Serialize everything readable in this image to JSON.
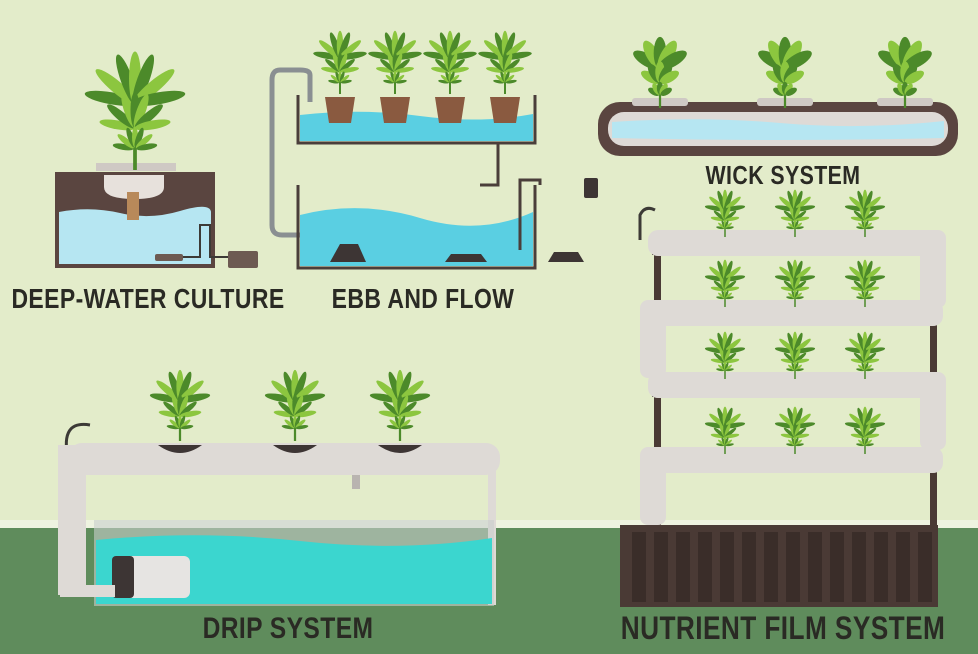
{
  "systems": {
    "dwc": {
      "label": "DEEP-WATER CULTURE"
    },
    "ebb": {
      "label": "EBB AND FLOW"
    },
    "wick": {
      "label": "WICK SYSTEM"
    },
    "drip": {
      "label": "DRIP SYSTEM"
    },
    "nft": {
      "label": "NUTRIENT FILM SYSTEM"
    }
  },
  "colors": {
    "wall": "#e3ecca",
    "floor": "#5f8c5c",
    "tank_dark": "#5a4540",
    "water_light": "#b6e6f2",
    "water_ebb": "#5acfe2",
    "water_drip": "#3bd6cf",
    "pipe": "#dedad6",
    "leaf_dark": "#4c8a2a",
    "leaf_light": "#8cc63f",
    "text": "#2a2a24"
  }
}
